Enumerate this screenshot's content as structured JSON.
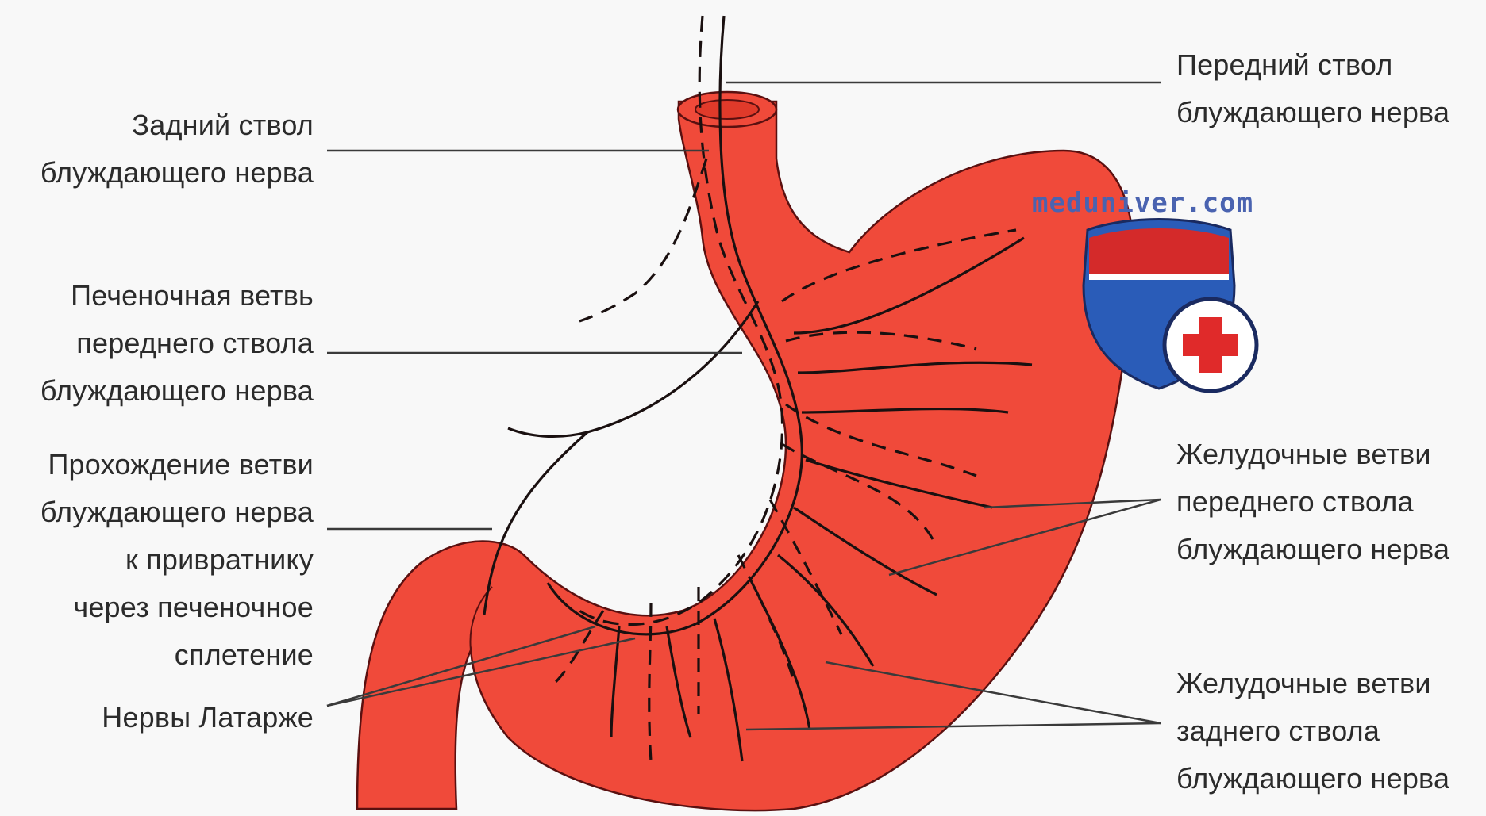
{
  "labels": {
    "posterior_trunk": [
      "Задний ствол",
      "блуждающего нерва"
    ],
    "hepatic_branch": [
      "Печеночная ветвь",
      "переднего ствола",
      "блуждающего нерва"
    ],
    "pylorus_branch": [
      "Прохождение ветви",
      "блуждающего нерва",
      "к привратнику",
      "через печеночное",
      "сплетение"
    ],
    "latarjet": [
      "Нервы Латаржe"
    ],
    "anterior_trunk": [
      "Передний ствол",
      "блуждающего нерва"
    ],
    "gastric_anterior": [
      "Желудочные ветви",
      "переднего ствола",
      "блуждающего нерва"
    ],
    "gastric_posterior": [
      "Желудочные ветви",
      "заднего ствола",
      "блуждающего нерва"
    ]
  },
  "watermark": "meduniver.com",
  "colors": {
    "stomach_fill": "#f04a3a",
    "stomach_stroke": "#5a1010",
    "nerve": "#1a1010",
    "leader_line": "#3a3a3a",
    "badge_red": "#d42a2a",
    "badge_blue": "#2a5cb8",
    "badge_cross": "#e02a2a"
  },
  "icons": {
    "logo": "medical-cross-shield-icon"
  }
}
